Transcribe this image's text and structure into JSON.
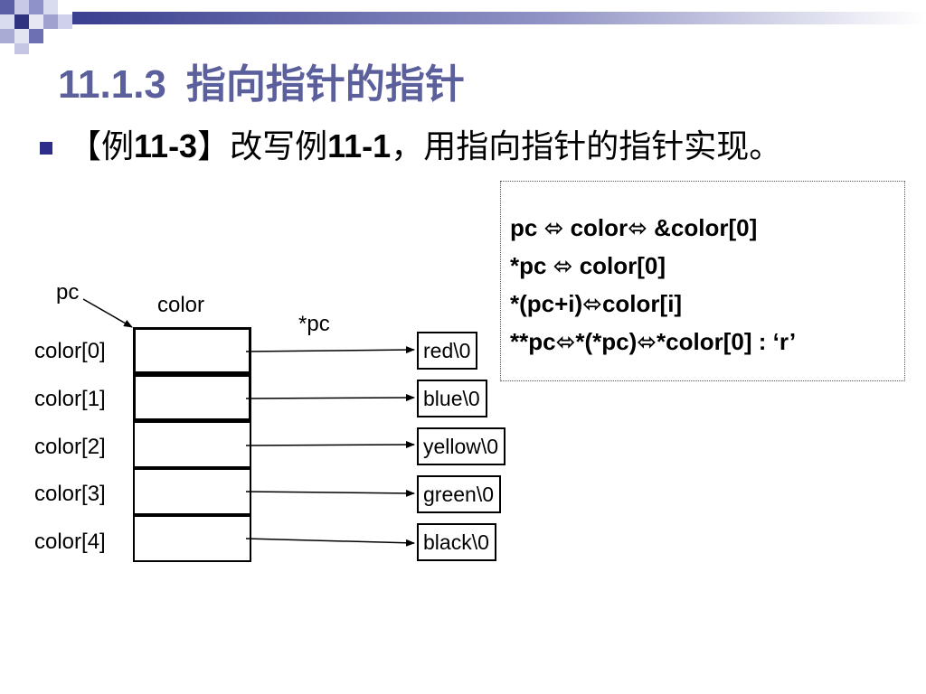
{
  "title": {
    "number": "11.1.3",
    "text": "指向指针的指针"
  },
  "bullet": {
    "prefix": "【例",
    "example_id": "11-3",
    "mid": "】改写例",
    "ref_id": "11-1",
    "suffix": "，用指向指针的指针实现。"
  },
  "code_lines": [
    "pc ⬄ color⬄ &color[0]",
    "*pc ⬄ color[0]",
    "*(pc+i)⬄color[i]",
    "**pc⬄*(*pc)⬄*color[0] : ‘r’"
  ],
  "diagram": {
    "pc_label": "pc",
    "color_label": "color",
    "deref_label": "*pc",
    "elements": [
      "color[0]",
      "color[1]",
      "color[2]",
      "color[3]",
      "color[4]"
    ],
    "strings": [
      "red\\0",
      "blue\\0",
      "yellow\\0",
      "green\\0",
      "black\\0"
    ]
  },
  "colors": {
    "title": "#5b5f9c",
    "accent": "#2e2e8a"
  }
}
